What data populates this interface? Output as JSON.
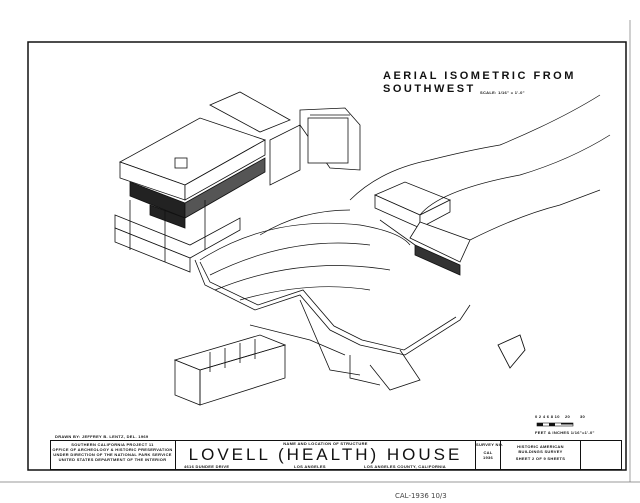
{
  "drawing": {
    "title_line1": "AERIAL ISOMETRIC FROM",
    "title_line2": "SOUTHWEST",
    "scale_note": "SCALE: 1/16\" = 1'-0\""
  },
  "graphic_scale": {
    "ticks": "0 2 4 6 8 10",
    "tick_20": "20",
    "tick_30": "30",
    "units": "FEET & INCHES 1/16\"=1'-0\""
  },
  "title_block": {
    "drawn_by": "DRAWN BY: JEFFREY B. LENTZ, DEL. 1969",
    "agency": [
      "SOUTHERN CALIFORNIA PROJECT 11",
      "OFFICE OF ARCHEOLOGY & HISTORIC PRESERVATION",
      "UNDER DIRECTION OF THE NATIONAL PARK SERVICE",
      "UNITED STATES DEPARTMENT OF THE INTERIOR"
    ],
    "name_label": "NAME AND LOCATION OF STRUCTURE",
    "name": "LOVELL (HEALTH) HOUSE",
    "address": "4616 DUNDEE DRIVE",
    "city": "LOS ANGELES",
    "county": "LOS ANGELES COUNTY, CALIFORNIA",
    "survey_label": "SURVEY NO.",
    "survey_state": "CAL",
    "survey_no": "1936",
    "habs_line1": "HISTORIC AMERICAN",
    "habs_line2": "BUILDINGS SURVEY",
    "sheet": "SHEET 2 OF 9 SHEETS"
  },
  "footer_note": "CAL-1936 10/3"
}
